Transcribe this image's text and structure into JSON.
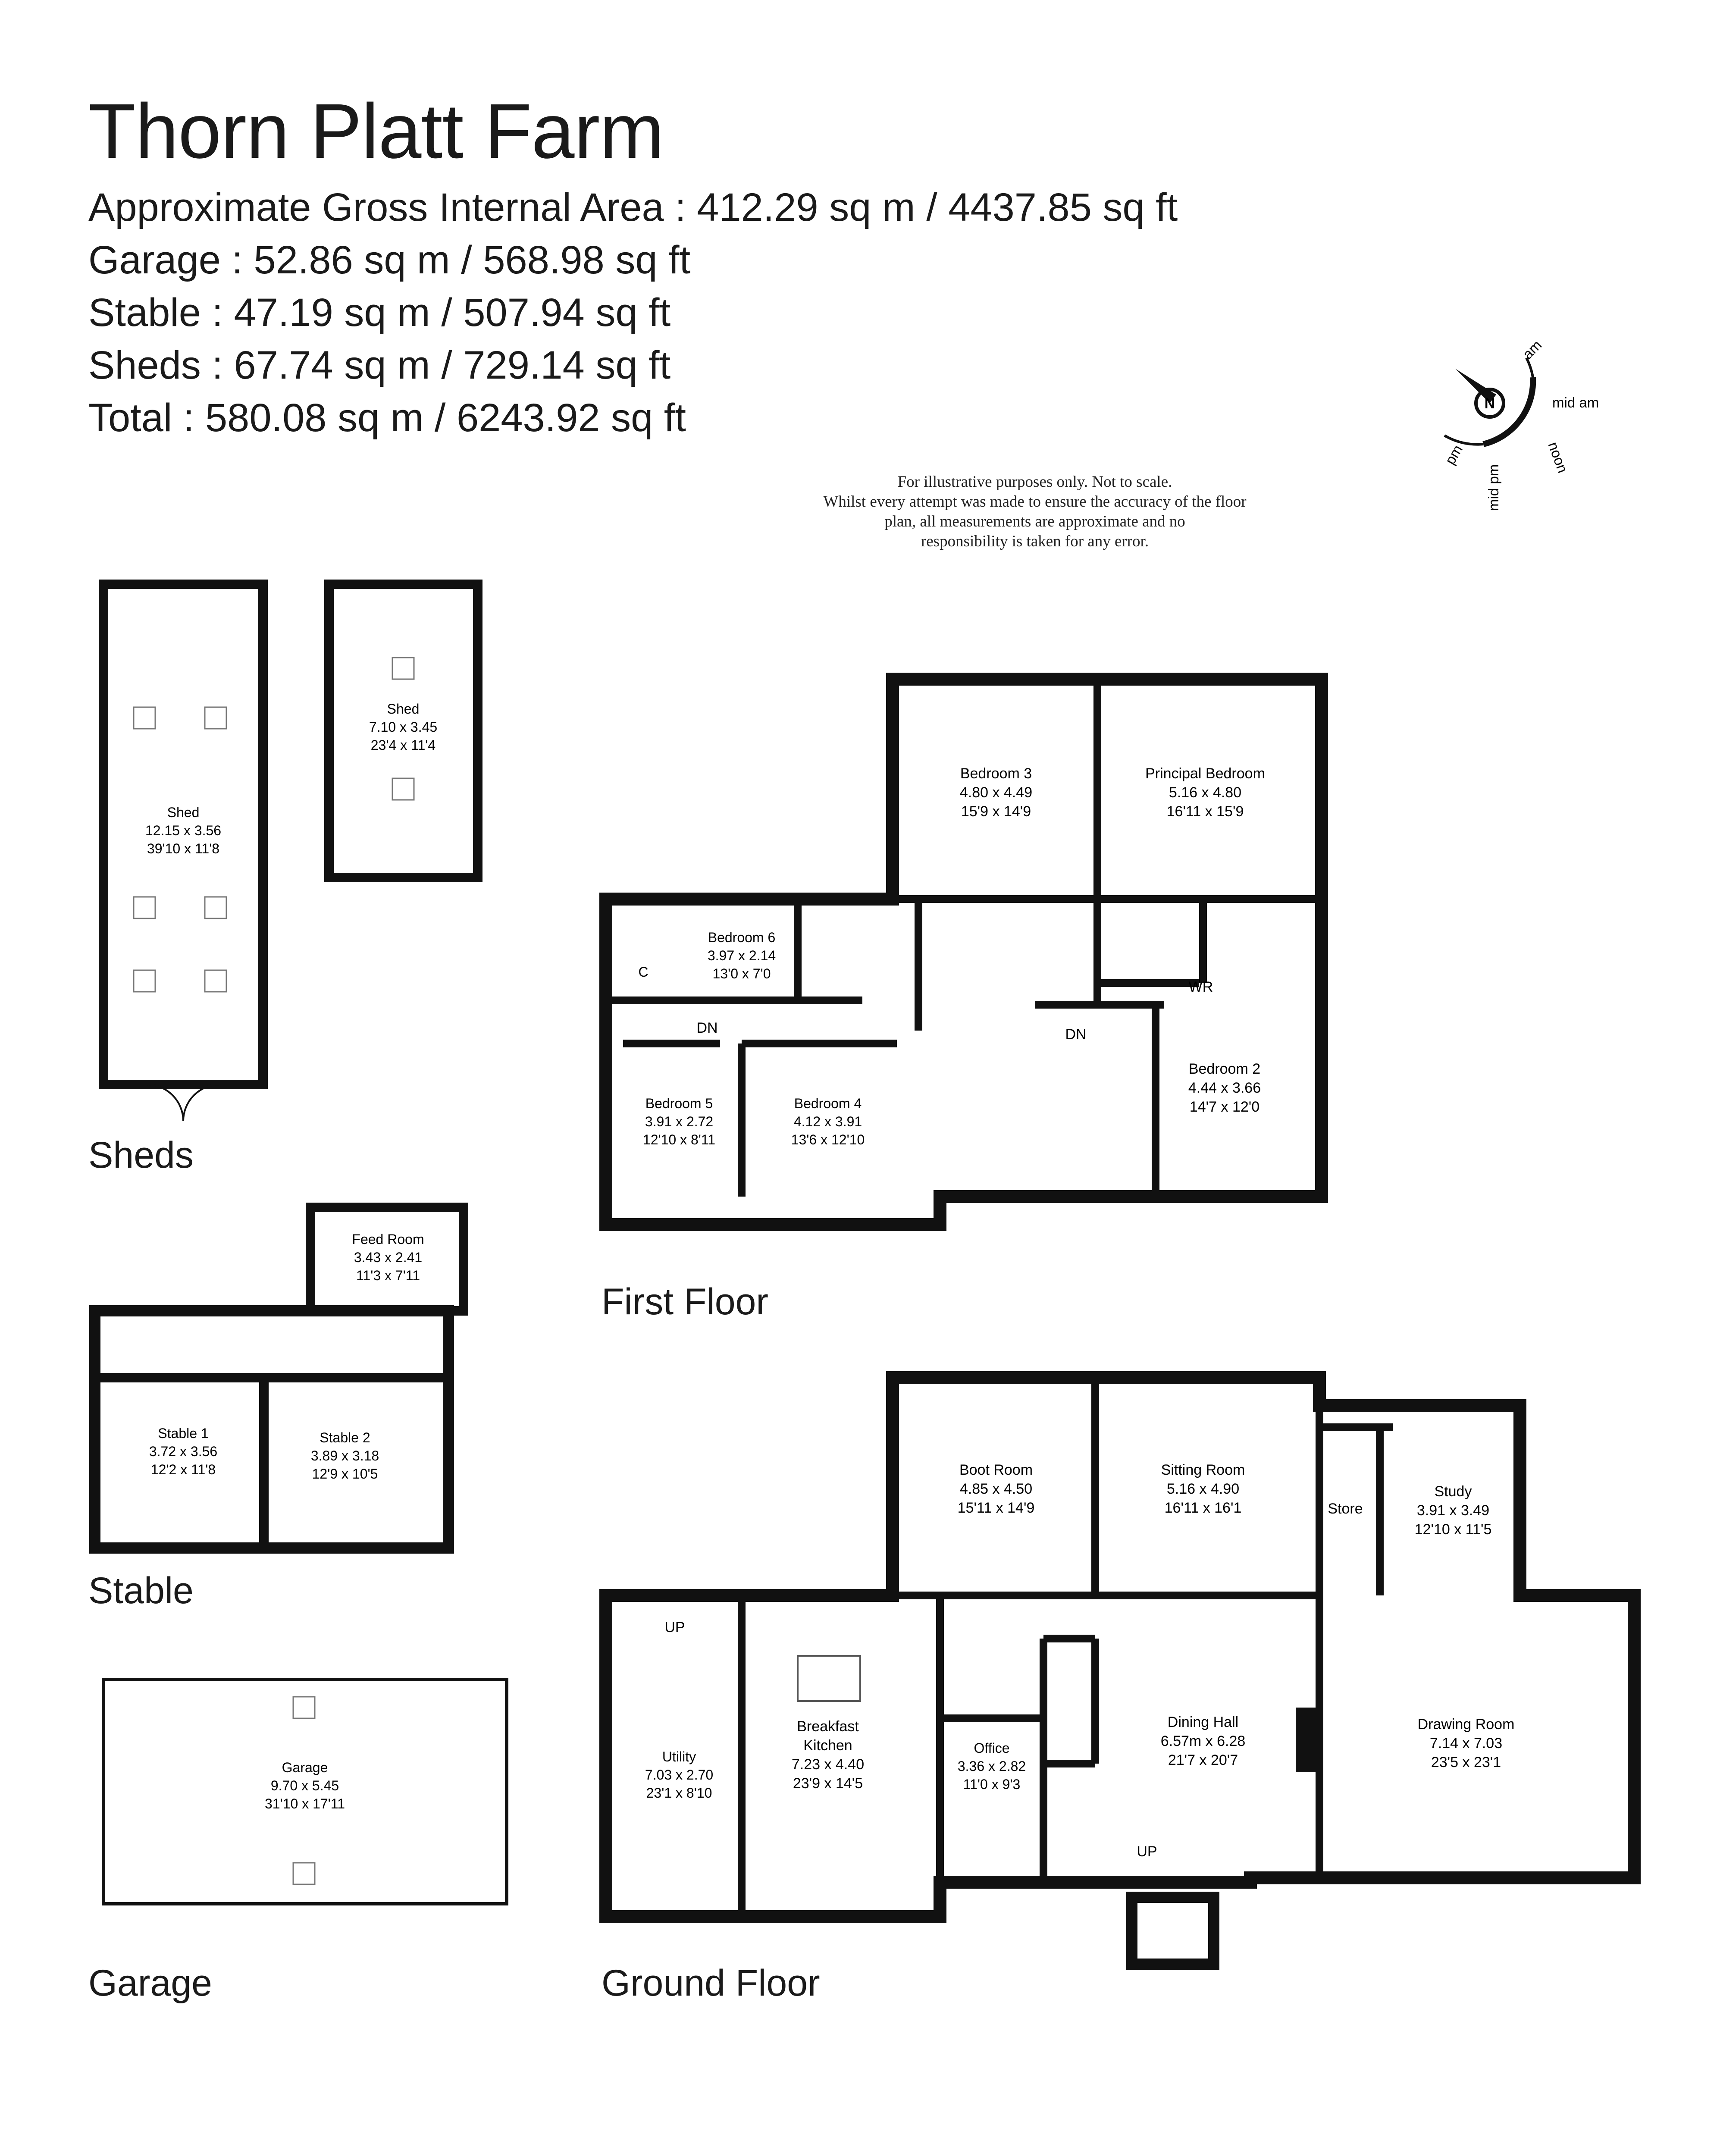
{
  "title": "Thorn Platt Farm",
  "areas": [
    "Approximate Gross Internal Area : 412.29 sq m / 4437.85 sq ft",
    "Garage : 52.86 sq m / 568.98 sq ft",
    "Stable : 47.19 sq m / 507.94 sq ft",
    "Sheds : 67.74 sq m / 729.14 sq ft",
    "Total : 580.08 sq m / 6243.92 sq ft"
  ],
  "disclaimer": [
    "For illustrative purposes only. Not to scale.",
    "Whilst every attempt was made to ensure the accuracy of the floor",
    "plan, all measurements are approximate and no",
    "responsibility is taken for any error."
  ],
  "compass": {
    "north": "N",
    "labels": [
      "am",
      "mid am",
      "noon",
      "mid pm",
      "pm"
    ]
  },
  "sections": {
    "sheds": "Sheds",
    "stable": "Stable",
    "garage": "Garage",
    "first_floor": "First Floor",
    "ground_floor": "Ground Floor"
  },
  "rooms": {
    "shed_large": {
      "name": "Shed",
      "metric": "12.15 x 3.56",
      "imperial": "39'10 x 11'8"
    },
    "shed_small": {
      "name": "Shed",
      "metric": "7.10 x 3.45",
      "imperial": "23'4 x 11'4"
    },
    "feed_room": {
      "name": "Feed Room",
      "metric": "3.43 x 2.41",
      "imperial": "11'3 x 7'11"
    },
    "stable_1": {
      "name": "Stable 1",
      "metric": "3.72 x 3.56",
      "imperial": "12'2 x 11'8"
    },
    "stable_2": {
      "name": "Stable 2",
      "metric": "3.89 x 3.18",
      "imperial": "12'9 x 10'5"
    },
    "garage": {
      "name": "Garage",
      "metric": "9.70 x 5.45",
      "imperial": "31'10 x 17'11"
    },
    "bedroom_3": {
      "name": "Bedroom 3",
      "metric": "4.80 x 4.49",
      "imperial": "15'9 x 14'9"
    },
    "principal_bedroom": {
      "name": "Principal Bedroom",
      "metric": "5.16 x 4.80",
      "imperial": "16'11 x 15'9"
    },
    "bedroom_6": {
      "name": "Bedroom 6",
      "metric": "3.97 x 2.14",
      "imperial": "13'0 x 7'0"
    },
    "bedroom_5": {
      "name": "Bedroom 5",
      "metric": "3.91 x 2.72",
      "imperial": "12'10 x 8'11"
    },
    "bedroom_4": {
      "name": "Bedroom 4",
      "metric": "4.12 x 3.91",
      "imperial": "13'6 x 12'10"
    },
    "bedroom_2": {
      "name": "Bedroom 2",
      "metric": "4.44 x 3.66",
      "imperial": "14'7 x 12'0"
    },
    "boot_room": {
      "name": "Boot Room",
      "metric": "4.85 x 4.50",
      "imperial": "15'11 x 14'9"
    },
    "sitting_room": {
      "name": "Sitting Room",
      "metric": "5.16 x 4.90",
      "imperial": "16'11 x 16'1"
    },
    "study": {
      "name": "Study",
      "metric": "3.91 x 3.49",
      "imperial": "12'10 x 11'5"
    },
    "breakfast_kitchen": {
      "name": "Breakfast",
      "name2": "Kitchen",
      "metric": "7.23 x 4.40",
      "imperial": "23'9 x 14'5"
    },
    "utility": {
      "name": "Utility",
      "metric": "7.03 x 2.70",
      "imperial": "23'1 x 8'10"
    },
    "office": {
      "name": "Office",
      "metric": "3.36 x 2.82",
      "imperial": "11'0 x 9'3"
    },
    "dining_hall": {
      "name": "Dining Hall",
      "metric": "6.57m x 6.28",
      "imperial": "21'7 x 20'7"
    },
    "drawing_room": {
      "name": "Drawing Room",
      "metric": "7.14 x 7.03",
      "imperial": "23'5 x 23'1"
    }
  },
  "small_labels": {
    "store": "Store",
    "wr": "WR",
    "cupboard": "C",
    "dn_1": "DN",
    "dn_2": "DN",
    "up_1": "UP",
    "up_2": "UP"
  }
}
